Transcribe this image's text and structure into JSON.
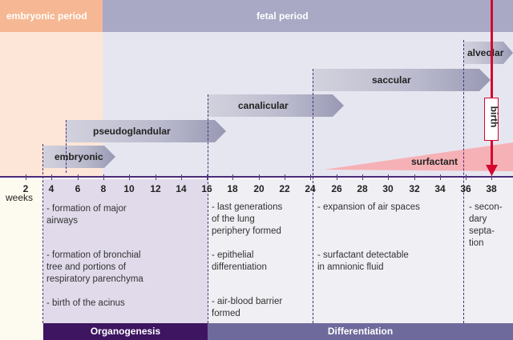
{
  "header": {
    "embryonic": "embryonic period",
    "fetal": "fetal period"
  },
  "stages": {
    "embryonic": "embryonic",
    "pseudoglandular": "pseudoglandular",
    "canalicular": "canalicular",
    "saccular": "saccular",
    "alveolar": "alveolar"
  },
  "surfactant_label": "surfactant",
  "birth_label": "birth",
  "axis": {
    "unit": "weeks",
    "ticks": [
      "2",
      "4",
      "6",
      "8",
      "10",
      "12",
      "14",
      "16",
      "18",
      "20",
      "22",
      "24",
      "26",
      "28",
      "30",
      "32",
      "34",
      "36",
      "38"
    ]
  },
  "notes": {
    "col1": [
      "- formation of major\n  airways",
      "- formation  of bronchial\n  tree and portions of\n  respiratory parenchyma",
      "- birth of the acinus"
    ],
    "col2": [
      "- last generations\n  of the lung\n  periphery formed",
      "- epithelial\n  differentiation",
      "- air-blood barrier\n  formed"
    ],
    "col3": [
      "- expansion of air spaces",
      "- surfactant detectable\n  in amnionic fluid"
    ],
    "col4": [
      "- secon-\n  dary\n  septa-\n  tion"
    ]
  },
  "bands": {
    "organogenesis": "Organogenesis",
    "differentiation": "Differentiation"
  },
  "colors": {
    "embryonic_header": "#f6b894",
    "fetal_header": "#a9a9c6",
    "organogenesis": "#3d1560",
    "differentiation": "#6e6a9c",
    "birth": "#d4062e",
    "axis": "#4b2a78"
  }
}
